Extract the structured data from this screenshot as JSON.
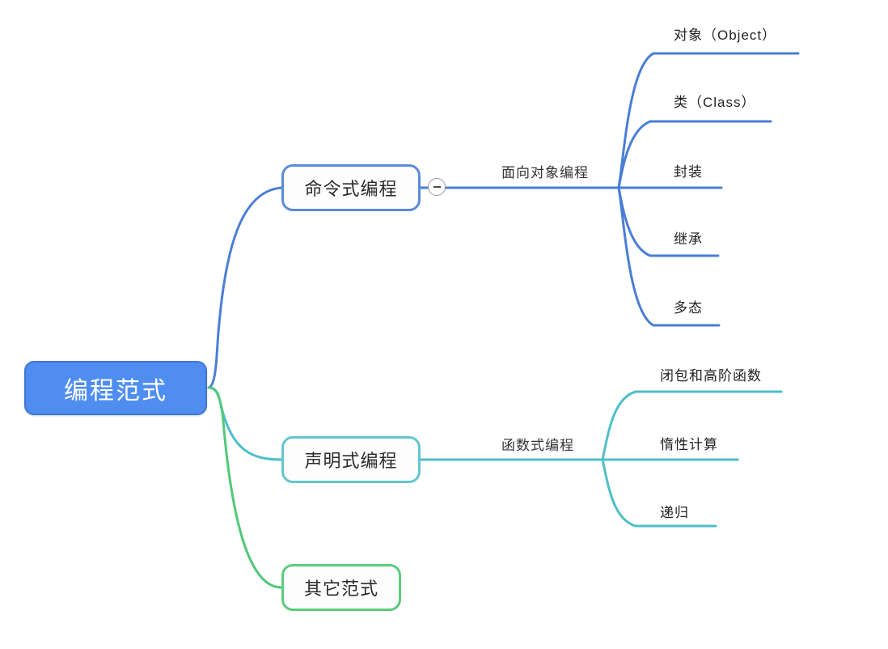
{
  "mindmap": {
    "root": {
      "label": "编程范式",
      "color": "#4f8ef0"
    },
    "branches": [
      {
        "label": "命令式编程",
        "color": "#5b8bd9",
        "edge_label": "面向对象编程",
        "collapse_state": "expanded",
        "collapse_icon": "minus-icon",
        "leaves": [
          "对象（Object）",
          "类（Class）",
          "封装",
          "继承",
          "多态"
        ]
      },
      {
        "label": "声明式编程",
        "color": "#62c6cd",
        "edge_label": "函数式编程",
        "leaves": [
          "闭包和高阶函数",
          "惰性计算",
          "递归"
        ]
      },
      {
        "label": "其它范式",
        "color": "#5bcb7c",
        "edge_label": "",
        "leaves": []
      }
    ]
  }
}
